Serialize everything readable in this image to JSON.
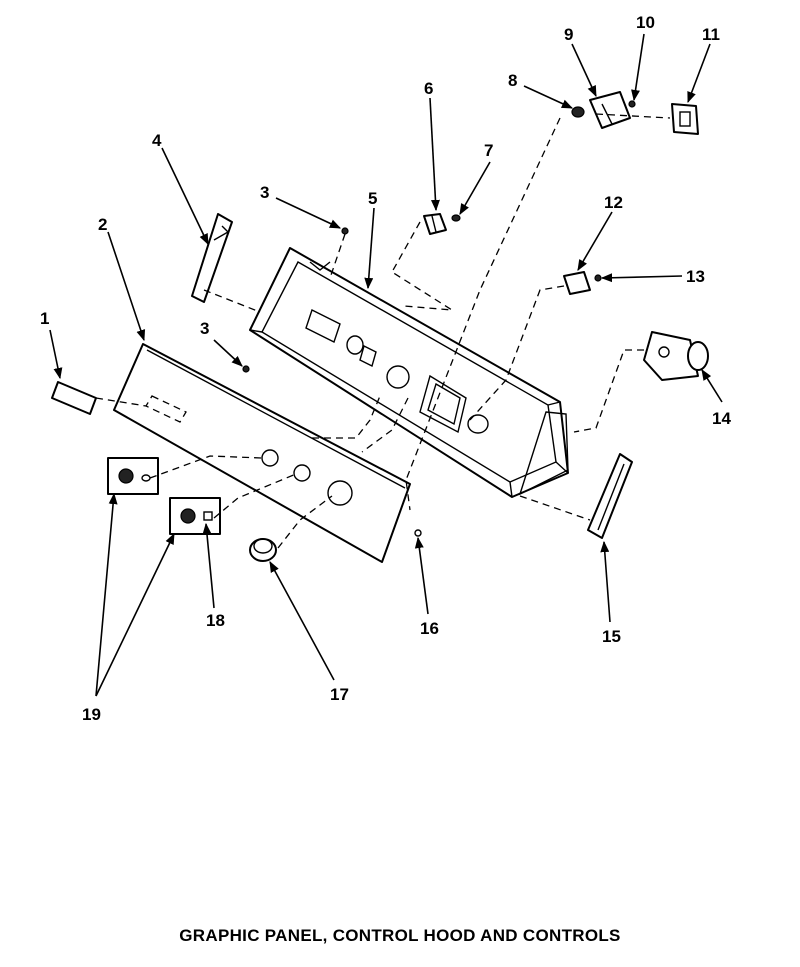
{
  "diagram": {
    "caption": "GRAPHIC PANEL, CONTROL HOOD AND CONTROLS",
    "callouts": [
      "1",
      "2",
      "3",
      "3",
      "4",
      "5",
      "6",
      "7",
      "8",
      "9",
      "10",
      "11",
      "12",
      "13",
      "14",
      "15",
      "16",
      "17",
      "18",
      "19"
    ]
  }
}
